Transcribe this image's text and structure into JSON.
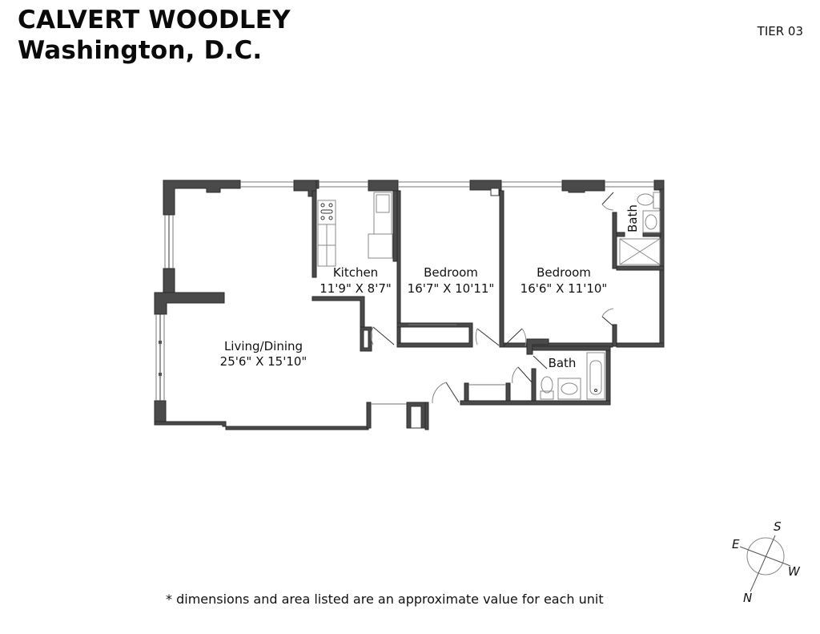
{
  "header": {
    "building_name": "CALVERT WOODLEY",
    "city": "Washington, D.C.",
    "tier": "TIER 03"
  },
  "rooms": [
    {
      "name": "Kitchen",
      "dimensions": "11'9\" X 8'7\""
    },
    {
      "name": "Bedroom",
      "dimensions": "16'7\" X 10'11\""
    },
    {
      "name": "Bedroom",
      "dimensions": "16'6\" X 11'10\""
    },
    {
      "name": "Living/Dining",
      "dimensions": "25'6\" X 15'10\""
    },
    {
      "name": "Bath",
      "dimensions": ""
    },
    {
      "name": "Bath",
      "dimensions": ""
    }
  ],
  "compass": {
    "labels": {
      "north": "N",
      "south": "S",
      "east": "E",
      "west": "W"
    }
  },
  "footnote": "* dimensions and area listed are an approximate value for each unit"
}
